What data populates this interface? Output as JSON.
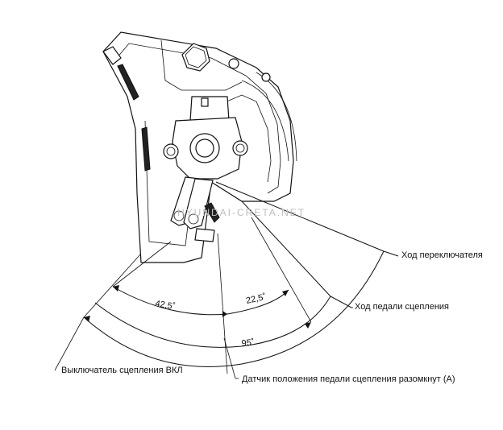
{
  "labels": {
    "switch_stroke": "Ход переключателя",
    "pedal_stroke": "Ход педали сцепления",
    "clutch_switch_on": "Выключатель сцепления ВКЛ",
    "pedal_sensor_open": "Датчик положения педали сцепления разомкнут (A)"
  },
  "angles": {
    "a1": "42,5˚",
    "a2": "22,5˚",
    "a3": "95˚"
  },
  "watermark": "HYUNDAI-CRETA.NET"
}
